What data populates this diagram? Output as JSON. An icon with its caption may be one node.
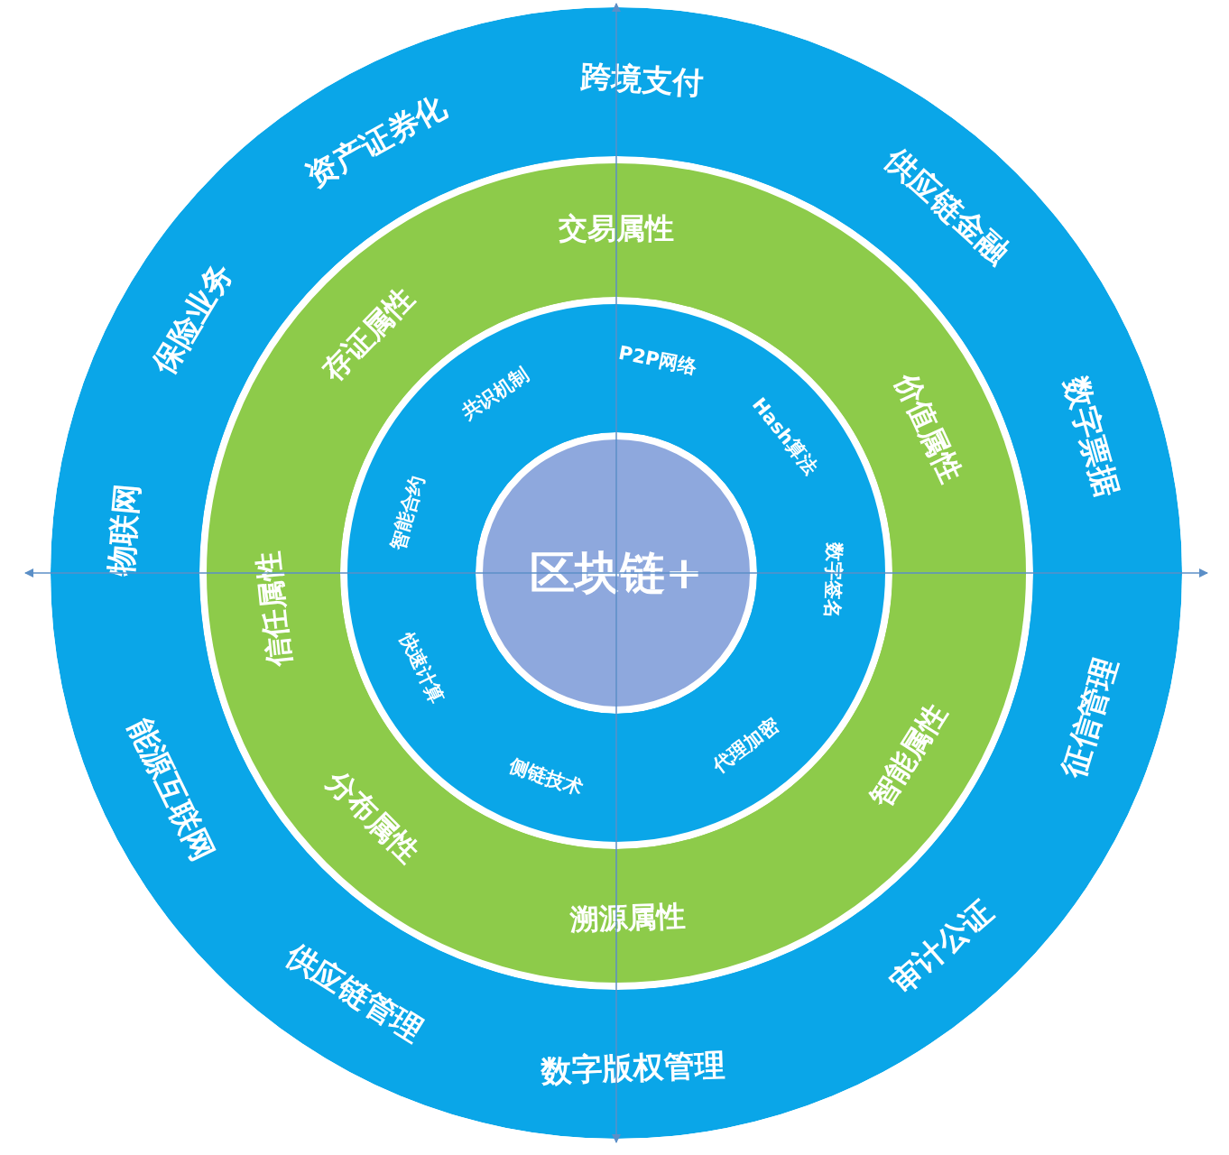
{
  "diagram": {
    "nodes": [
      {
        "text": [
          "跨境支付",
          "供应链金融",
          "数字票据",
          "征信管理",
          "审计公证",
          "数字版权管理",
          "供应链管理",
          "能源互联网",
          "物联网",
          "保险业务",
          "资产证券化"
        ]
      },
      {
        "text": [
          "交易属性",
          "价值属性",
          "智能属性",
          "溯源属性",
          "分布属性",
          "信任属性",
          "存证属性"
        ],
        "in": 0
      },
      {
        "text": [
          "P2P网络",
          "Hash算法",
          "数字签名",
          "代理加密",
          "侧链技术",
          "快速计算",
          "智能合约",
          "共识机制"
        ],
        "in": 1
      },
      {
        "text": [
          "区块链+"
        ],
        "in": 2
      }
    ],
    "edges": []
  }
}
